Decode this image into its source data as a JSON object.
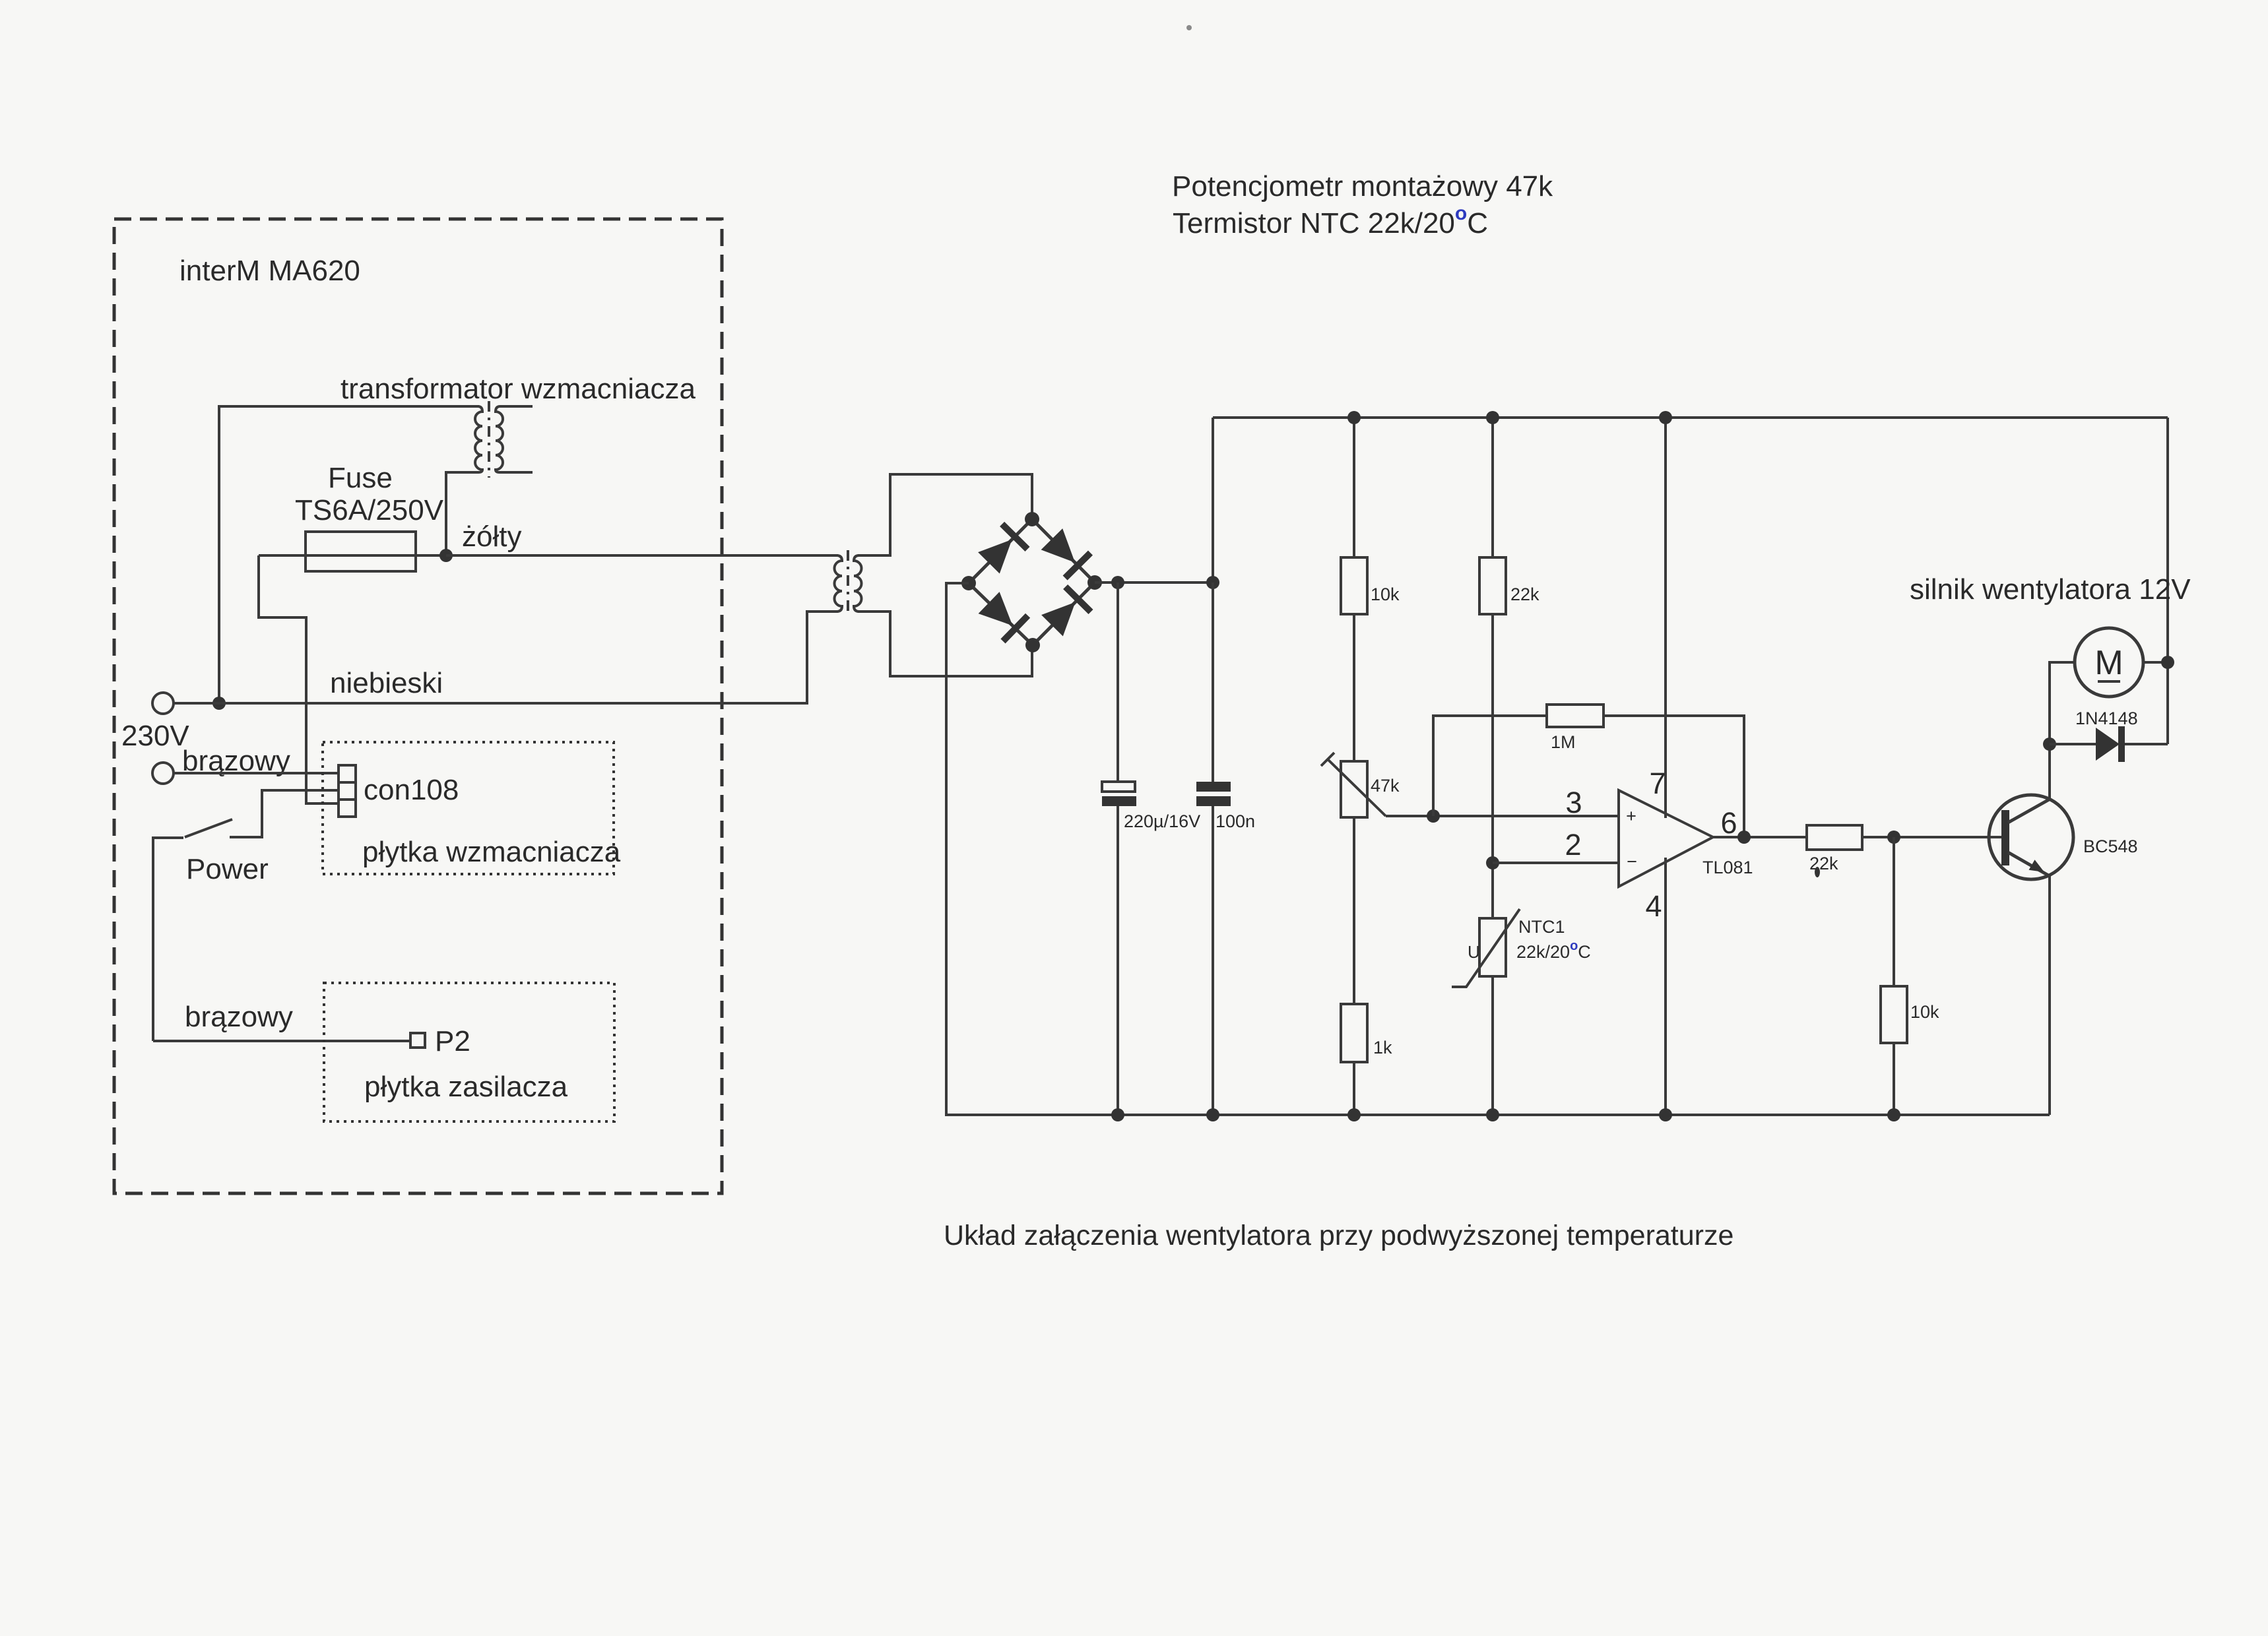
{
  "page": {
    "background": "#f7f7f5",
    "ink": "#3a3a3a",
    "text_color": "#2a2a2a",
    "accent_blue": "#2e3bbf"
  },
  "notes": {
    "line1": "Potencjometr montażowy 47k",
    "line2_prefix": "Termistor NTC  22k/20",
    "line2_degree": "o",
    "line2_suffix": "C"
  },
  "caption": "Układ załączenia wentylatora przy podwyższonej temperaturze",
  "amplifier": {
    "name": "interM MA620",
    "transformer": "transformator wzmacniacza",
    "fuse_line1": "Fuse",
    "fuse_line2": "TS6A/250V",
    "wire_yellow": "żółty",
    "wire_blue": "niebieski",
    "wire_brown": "brązowy",
    "wire_brown2": "brązowy",
    "mains": "230V",
    "connector": "con108",
    "switch": "Power",
    "terminal": "P2",
    "board1": "płytka wzmacniacza",
    "board2": "płytka zasilacza"
  },
  "fan": {
    "r_top1": "10k",
    "r_top2": "22k",
    "pot": "47k",
    "r_fb": "1M",
    "r_bottom": "1k",
    "cap_main": "220µ/16V",
    "cap_small": "100n",
    "ntc_name": "NTC1",
    "ntc_value_prefix": "22k/20",
    "ntc_degree": "o",
    "ntc_value_suffix": "C",
    "ntc_symbol": "U",
    "opamp_name": "TL081",
    "pin_plus_in": "3",
    "pin_minus_in": "2",
    "pin_vplus": "7",
    "pin_vminus": "4",
    "pin_out": "6",
    "plus": "+",
    "minus": "−",
    "r_base": "22k",
    "r_pulldown": "10k",
    "transistor": "BC548",
    "diode": "1N4148",
    "motor": "M",
    "motor_label": "silnik wentylatora 12V"
  }
}
